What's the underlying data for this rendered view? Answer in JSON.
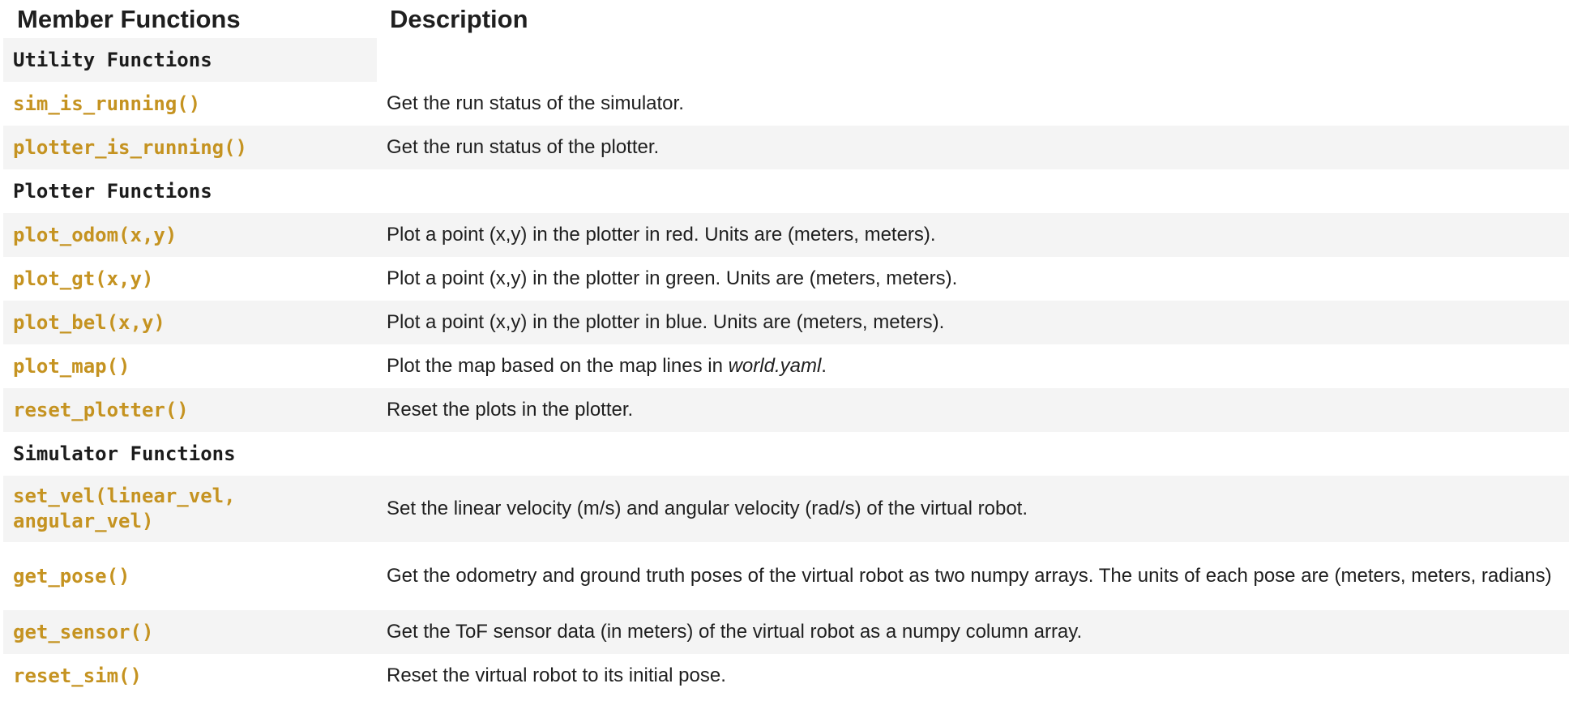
{
  "header": {
    "col1": "Member Functions",
    "col2": "Description"
  },
  "sections": {
    "utility": "Utility Functions",
    "plotter": "Plotter Functions",
    "simulator": "Simulator Functions"
  },
  "rows": {
    "sim_is_running": {
      "name": "sim_is_running()",
      "desc": "Get the run status of the simulator."
    },
    "plotter_is_running": {
      "name": "plotter_is_running()",
      "desc": "Get the run status of the plotter."
    },
    "plot_odom": {
      "name": "plot_odom(x,y)",
      "desc": "Plot a point (x,y) in the plotter in red. Units are (meters, meters)."
    },
    "plot_gt": {
      "name": "plot_gt(x,y)",
      "desc": "Plot a point (x,y) in the plotter in green. Units are (meters, meters)."
    },
    "plot_bel": {
      "name": "plot_bel(x,y)",
      "desc": "Plot a point (x,y) in the plotter in blue. Units are (meters, meters)."
    },
    "plot_map": {
      "name": "plot_map()",
      "desc_prefix": "Plot the map based on the map lines in ",
      "desc_em": "world.yaml",
      "desc_suffix": "."
    },
    "reset_plotter": {
      "name": "reset_plotter()",
      "desc": "Reset the plots in the plotter."
    },
    "set_vel": {
      "name_line1": "set_vel(linear_vel,",
      "name_line2": "angular_vel)",
      "desc": "Set the linear velocity (m/s) and angular velocity (rad/s) of the virtual robot."
    },
    "get_pose": {
      "name": "get_pose()",
      "desc": "Get the odometry and ground truth poses of the virtual robot as two numpy arrays. The units of each pose are (meters, meters, radians)"
    },
    "get_sensor": {
      "name": "get_sensor()",
      "desc": "Get the ToF sensor data (in meters) of the virtual robot as a numpy column array."
    },
    "reset_sim": {
      "name": "reset_sim()",
      "desc": "Reset the virtual robot to its initial pose."
    }
  },
  "colors": {
    "function_name": "#c59321",
    "zebra_background": "#f4f4f4",
    "text": "#1f1f1f"
  }
}
